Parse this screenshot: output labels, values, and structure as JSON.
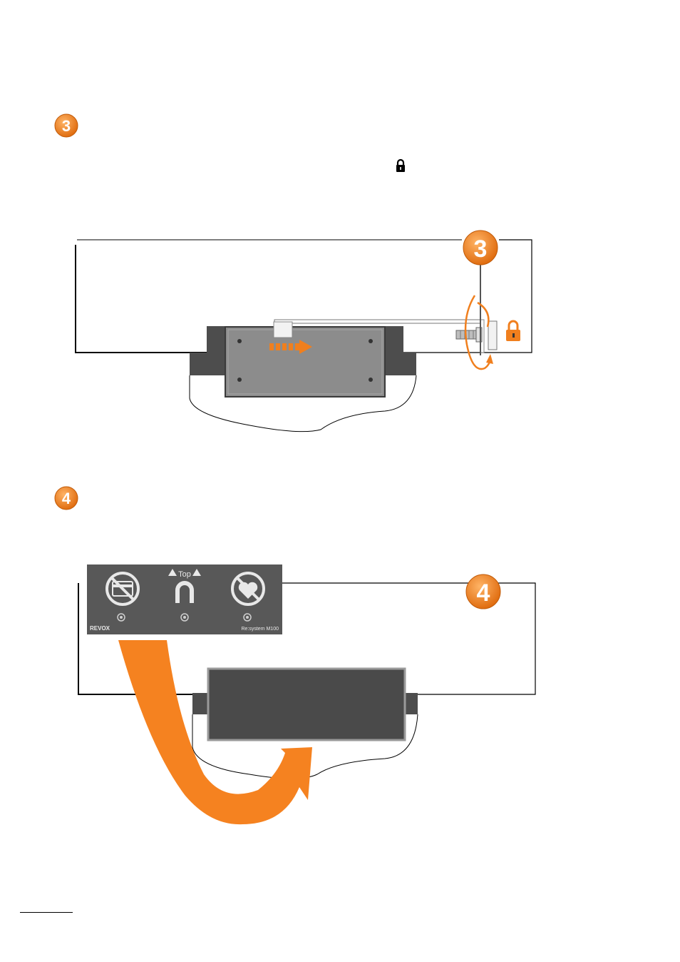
{
  "steps": [
    {
      "number": "3"
    },
    {
      "number": "4"
    }
  ],
  "panel": {
    "top_label": "Top",
    "brand": "REVOX",
    "model": "Re:system M100"
  },
  "colors": {
    "accent": "#f07f1e",
    "panel_dark": "#4a4a4a",
    "module_gray": "#8a8a8a"
  },
  "icons": {
    "inline_lock": "lock-icon",
    "figure_lock": "orange-lock-icon",
    "no_cards": "no-credit-card-icon",
    "magnet": "magnet-icon",
    "no_pacemaker": "no-pacemaker-icon"
  }
}
